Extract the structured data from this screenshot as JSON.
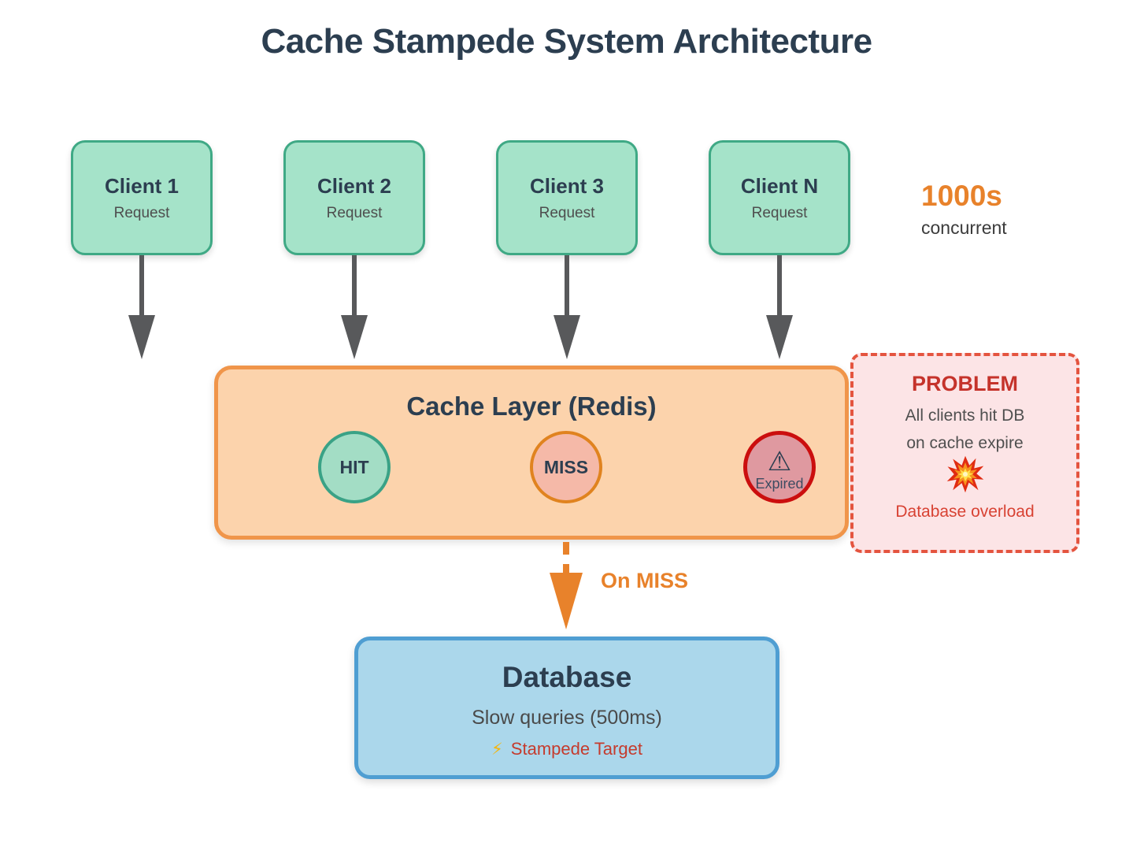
{
  "title": "Cache Stampede System Architecture",
  "clients": [
    {
      "name": "Client 1",
      "sub": "Request"
    },
    {
      "name": "Client 2",
      "sub": "Request"
    },
    {
      "name": "Client 3",
      "sub": "Request"
    },
    {
      "name": "Client N",
      "sub": "Request"
    }
  ],
  "concurrency": {
    "value": "1000s",
    "label": "concurrent"
  },
  "cache": {
    "title": "Cache Layer (Redis)",
    "hit_label": "HIT",
    "miss_label": "MISS",
    "expired_label": "Expired",
    "warning_glyph": "⚠"
  },
  "problem": {
    "title": "PROBLEM",
    "line1": "All clients hit DB",
    "line2": "on cache expire",
    "icon_name": "explosion-burst",
    "footer": "Database overload"
  },
  "miss_arrow": {
    "label": "On MISS"
  },
  "database": {
    "title": "Database",
    "subtitle": "Slow queries (500ms)",
    "badge_icon": "⚡",
    "badge_text": "Stampede Target"
  },
  "colors": {
    "navy": "#2c3e50",
    "accent_orange": "#e8822b",
    "arrow_gray": "#58595b",
    "client_fill": "#a5e3c9",
    "client_border": "#3fa985",
    "cache_fill": "#fcd3ac",
    "cache_border": "#f0954a",
    "hit_fill": "#a3ddc5",
    "hit_border": "#3aa286",
    "miss_fill": "#f5b9a8",
    "miss_border": "#e0831f",
    "expired_fill": "#df99a0",
    "expired_border": "#cb0e0e",
    "problem_fill": "#fce4e6",
    "problem_border": "#e4543f",
    "problem_red": "#c5332b",
    "db_fill": "#abd7eb",
    "db_border": "#4f9ed2"
  }
}
